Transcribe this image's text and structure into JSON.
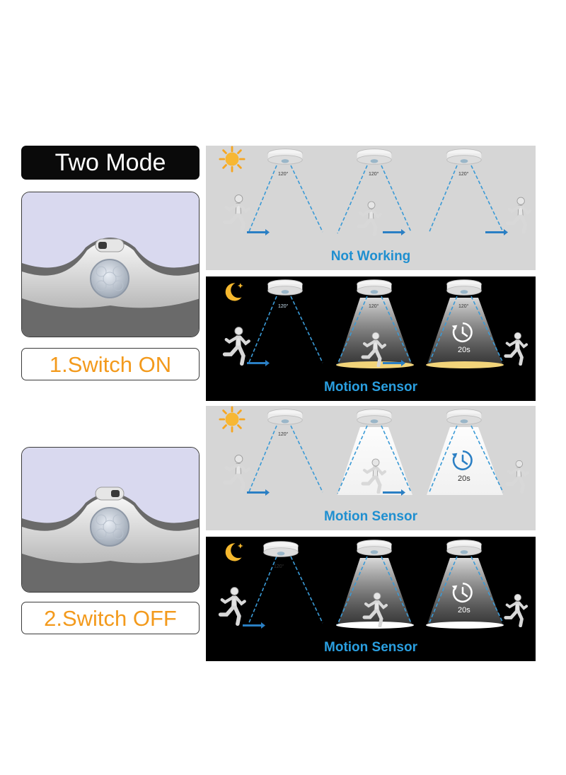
{
  "header": {
    "title": "Two Mode"
  },
  "modes": [
    {
      "label": "1.Switch ON"
    },
    {
      "label": "2.Switch OFF"
    }
  ],
  "panels": [
    {
      "caption": "Not Working"
    },
    {
      "caption": "Motion Sensor"
    },
    {
      "caption": "Motion Sensor"
    },
    {
      "caption": "Motion Sensor"
    }
  ],
  "diagram": {
    "angle_label": "120°",
    "timer_label": "20s"
  },
  "colors": {
    "orange": "#f39a1c",
    "blue": "#1f8fd0",
    "day_bg": "#d6d6d6",
    "night_bg": "#000000"
  },
  "icons": [
    "sun-icon",
    "moon-icon",
    "timer-icon",
    "walking-person-icon",
    "ceiling-light-icon"
  ]
}
